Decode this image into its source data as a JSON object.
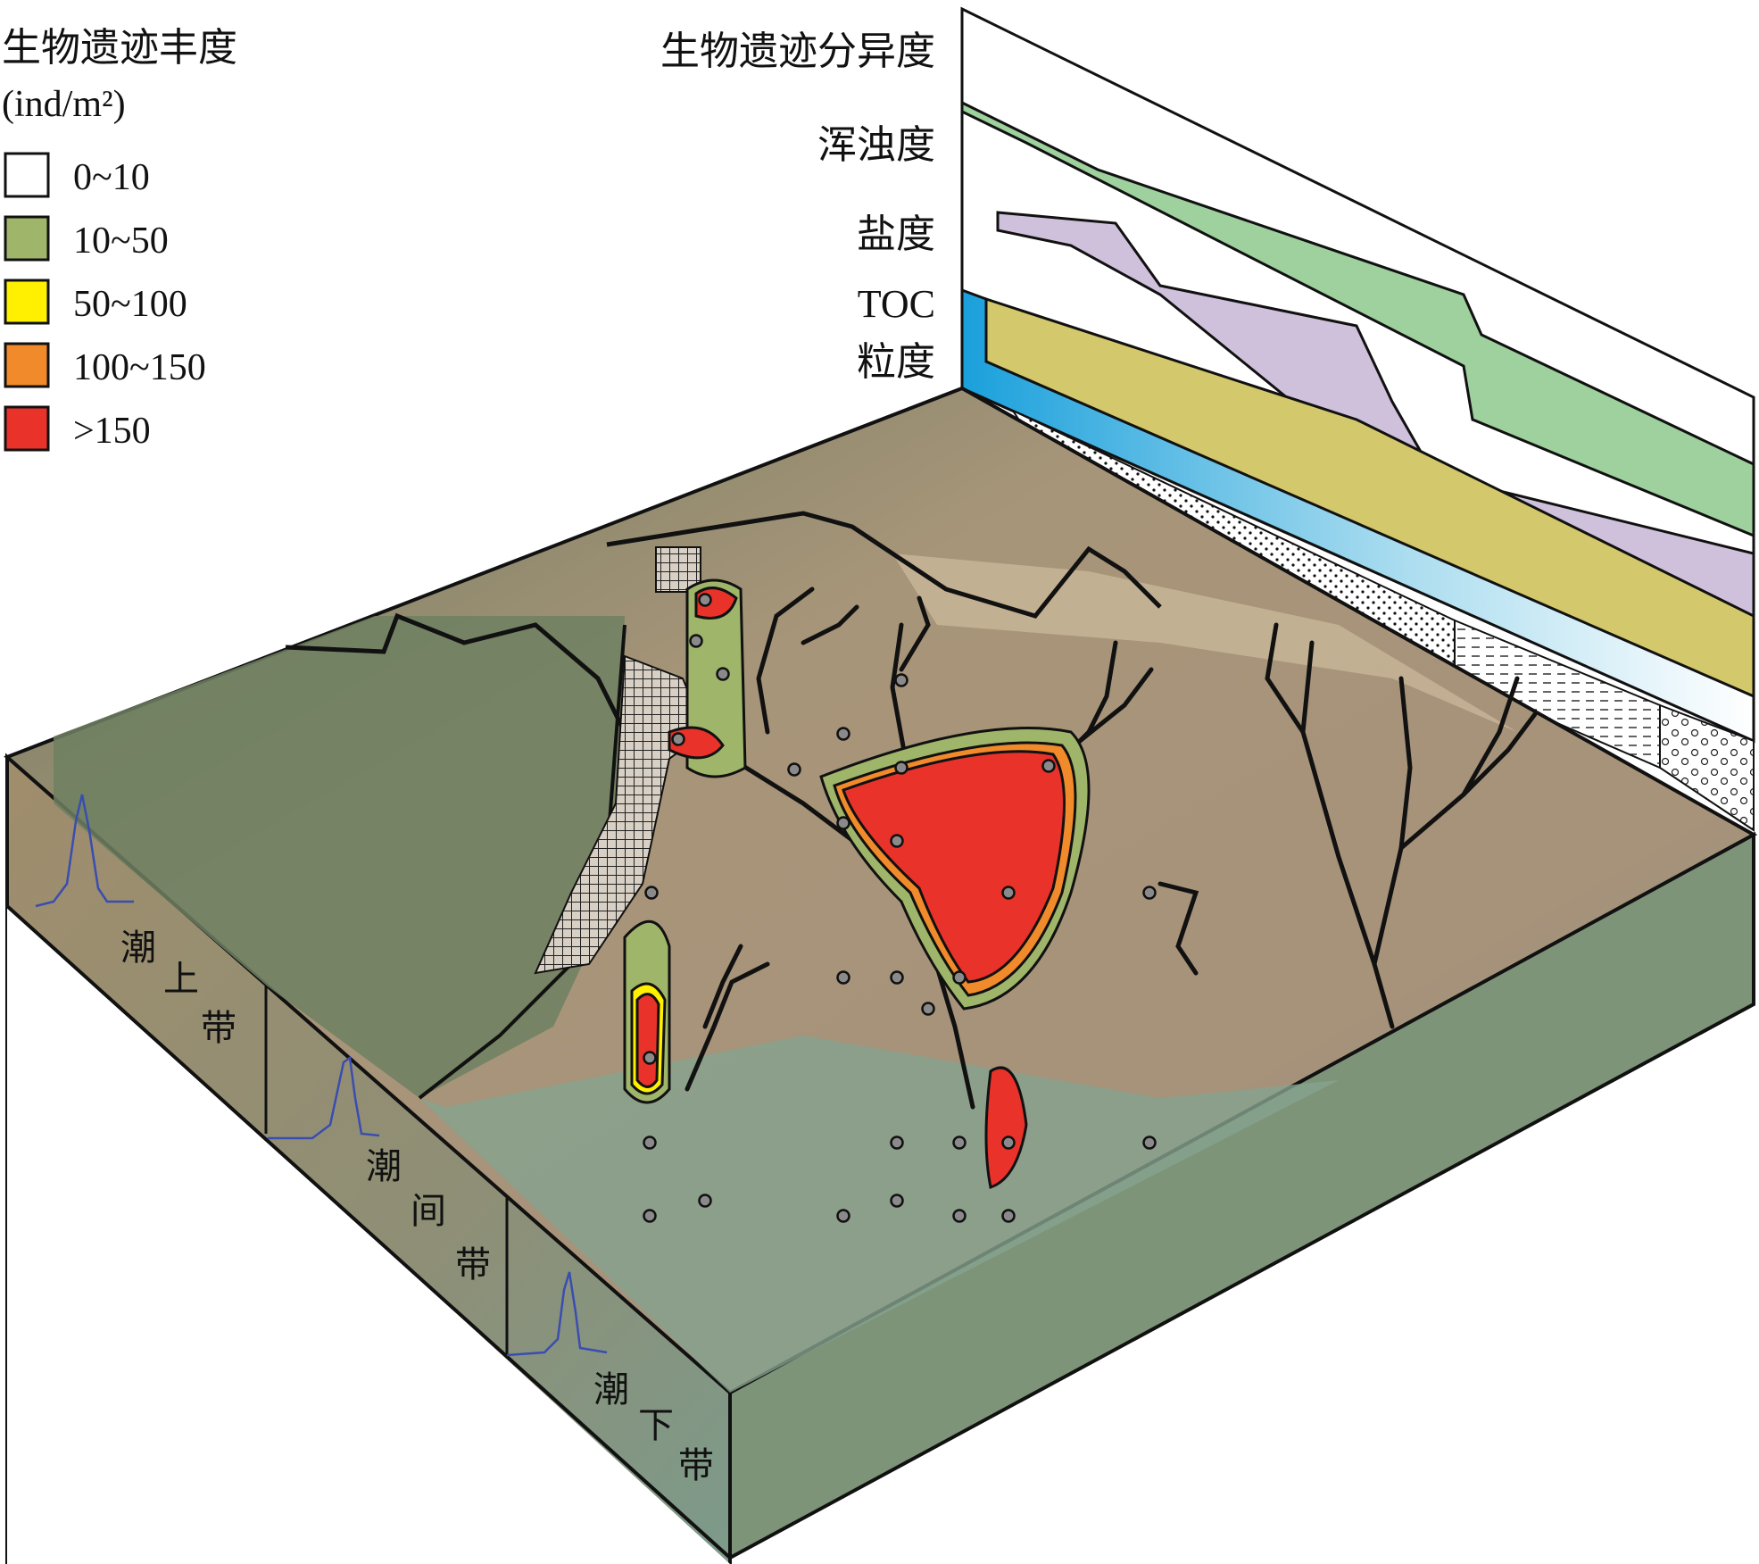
{
  "legend": {
    "title": "生物遗迹丰度",
    "unit": "(ind/m²)",
    "items": [
      {
        "label": "0~10",
        "color": "#ffffff"
      },
      {
        "label": "10~50",
        "color": "#9fb56a"
      },
      {
        "label": "50~100",
        "color": "#ffef00"
      },
      {
        "label": "100~150",
        "color": "#f08a2a"
      },
      {
        "label": ">150",
        "color": "#e8322a"
      }
    ]
  },
  "profile_labels": {
    "diversity": "生物遗迹分异度",
    "turbidity": "浑浊度",
    "salinity": "盐度",
    "toc": "TOC",
    "grain_size": "粒度"
  },
  "zones": {
    "supratidal": [
      "潮",
      "上",
      "带"
    ],
    "intertidal": [
      "潮",
      "间",
      "带"
    ],
    "subtidal": [
      "潮",
      "下",
      "带"
    ]
  },
  "colors": {
    "land": "#a3937c",
    "water": "#7f9a86",
    "front_face": "#9b8c6e",
    "side_face": "#7d9478",
    "turbidity_band": "#9ed19e",
    "salinity_band": "#cfc1dc",
    "toc_band": "#d4c86c",
    "grain_band": "#3aaadf",
    "curve": "#3a4db0"
  }
}
